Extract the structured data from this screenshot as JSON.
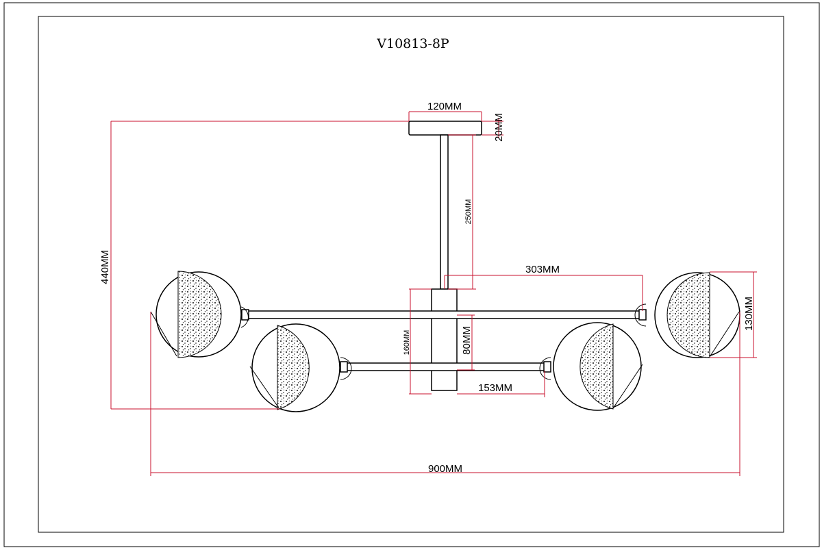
{
  "title": "V10813-8P",
  "dimensions": {
    "canopy_width": "120MM",
    "canopy_height": "20MM",
    "rod_length": "250MM",
    "total_height": "440MM",
    "arm_upper": "303MM",
    "shade_height": "130MM",
    "body_height": "160MM",
    "body_inner": "80MM",
    "arm_lower": "153MM",
    "total_width": "900MM"
  },
  "colors": {
    "dimension_lines": "#c8102e",
    "outline": "#000000"
  }
}
